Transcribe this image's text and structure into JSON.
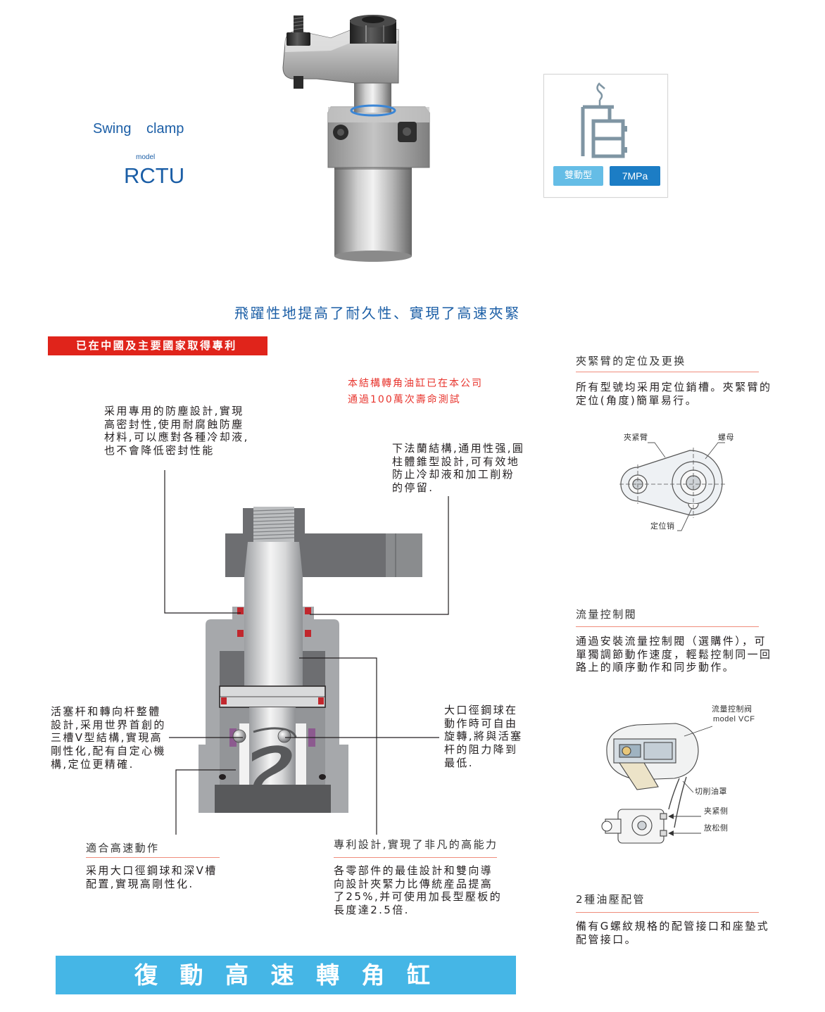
{
  "header": {
    "title": "Swing clamp",
    "model_label": "model",
    "model": "RCTU"
  },
  "spec_box": {
    "symbol_icon": "double-acting-cylinder-symbol-icon",
    "action_badge": "雙動型",
    "pressure_badge": "7MPa"
  },
  "headline": "飛躍性地提高了耐久性、實現了高速夾緊",
  "patent_banner": "已在中國及主要國家取得專利",
  "test_note": [
    "本結構轉角油缸已在本公司",
    "通過100萬次壽命測試"
  ],
  "callouts": {
    "dust_seal": [
      "采用專用的防塵設計,實現",
      "高密封性,使用耐腐蝕防塵",
      "材料,可以應對各種冷却液,",
      "也不會降低密封性能"
    ],
    "flange": [
      "下法蘭結構,通用性强,圓",
      "柱體錐型設計,可有效地",
      "防止冷却液和加工削粉",
      "的停留."
    ],
    "integrated_rod": [
      "活塞杆和轉向杆整體",
      "設計,采用世界首創的",
      "三槽V型結構,實現高",
      "剛性化,配有自定心機",
      "構,定位更精確."
    ],
    "steel_ball": [
      "大口徑鋼球在",
      "動作時可自由",
      "旋轉,將與活塞",
      "杆的阻力降到",
      "最低."
    ]
  },
  "features": [
    {
      "title": "適合高速動作",
      "lines": [
        "采用大口徑鋼球和深V槽",
        "配置,實現高剛性化."
      ]
    },
    {
      "title": "專利設計,實現了非凡的高能力",
      "lines": [
        "各零部件的最佳設計和雙向導",
        "向設計夾緊力比傳統産品提高",
        "了25%,并可使用加長型壓板的",
        "長度達2.5倍."
      ]
    }
  ],
  "product_banner": "復 動 高 速 轉 角 缸",
  "side": [
    {
      "title": "夾緊臂的定位及更换",
      "lines": [
        "所有型號均采用定位銷槽。夾緊臂的",
        "定位(角度)簡單易行。"
      ],
      "labels": {
        "arm": "夾紧臂",
        "nut": "螺母",
        "pin": "定位销"
      }
    },
    {
      "title": "流量控制閥",
      "lines": [
        "通過安裝流量控制閥（選購件），可",
        "單獨調節動作速度，輕鬆控制同一回",
        "路上的順序動作和同步動作。"
      ],
      "labels": {
        "valve": "流量控制阀",
        "valve_model": "model VCF",
        "cover": "切削油罩",
        "clamp_side": "夹紧侧",
        "release_side": "放松侧"
      }
    },
    {
      "title": "2種油壓配管",
      "lines": [
        "備有G螺紋規格的配管接口和座墊式",
        "配管接口。"
      ]
    }
  ],
  "colors": {
    "brand_blue": "#1b5ea6",
    "patent_red": "#e0241b",
    "note_red": "#e8352e",
    "banner_blue": "#45b6e6",
    "rule": "#ef8d7c",
    "badge_light": "#65bde6",
    "badge_dark": "#1c7dc5"
  }
}
